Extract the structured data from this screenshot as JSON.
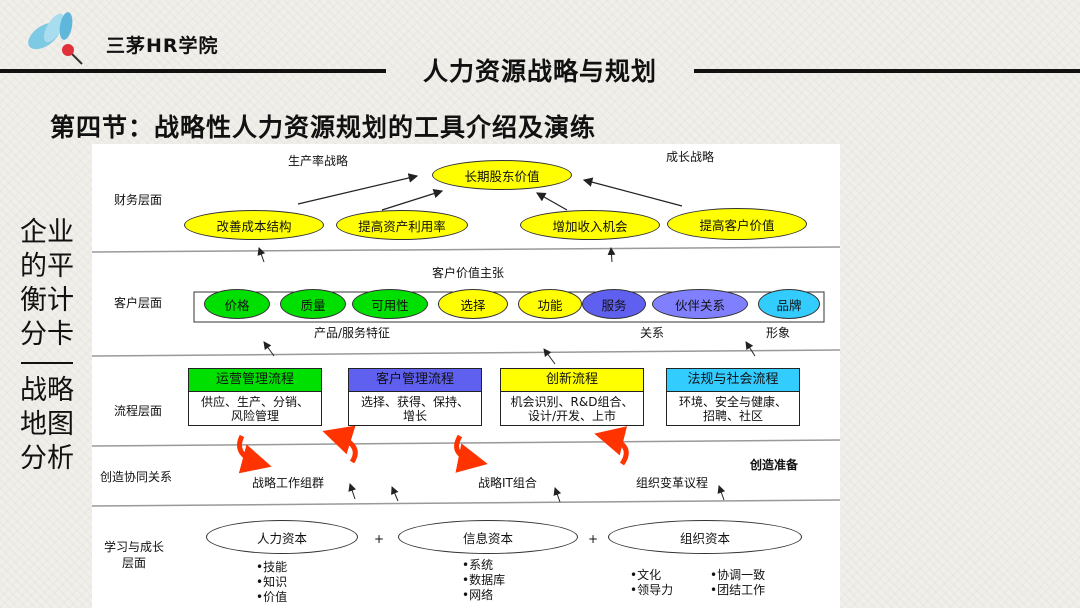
{
  "header": {
    "brand": "三茅HR学院",
    "main_title": "人力资源战略与规划",
    "section_title": "第四节：战略性人力资源规划的工具介绍及演练"
  },
  "side_title": {
    "top": "企业的平衡计分卡",
    "bottom": "战略地图分析"
  },
  "diagram": {
    "financial": {
      "layer_label": "财务层面",
      "strategy_left": "生产率战略",
      "strategy_right": "成长战略",
      "goal": "长期股东价值",
      "items": [
        "改善成本结构",
        "提高资产利用率",
        "增加收入机会",
        "提高客户价值"
      ]
    },
    "customer": {
      "layer_label": "客户层面",
      "value_prop": "客户价值主张",
      "items": [
        "价格",
        "质量",
        "可用性",
        "选择",
        "功能",
        "服务",
        "伙伴关系",
        "品牌"
      ],
      "group_labels": [
        "产品/服务特征",
        "关系",
        "形象"
      ]
    },
    "process": {
      "layer_label": "流程层面",
      "boxes": [
        {
          "header": "运营管理流程",
          "body1": "供应、生产、分销、",
          "body2": "风险管理"
        },
        {
          "header": "客户管理流程",
          "body1": "选择、获得、保持、",
          "body2": "增长"
        },
        {
          "header": "创新流程",
          "body1": "机会识别、R&D组合、",
          "body2": "设计/开发、上市"
        },
        {
          "header": "法规与社会流程",
          "body1": "环境、安全与健康、",
          "body2": "招聘、社区"
        }
      ]
    },
    "synergy": {
      "layer_label": "创造协同关系",
      "items": [
        "战略工作组群",
        "战略IT组合",
        "组织变革议程"
      ],
      "prep": "创造准备"
    },
    "learning": {
      "layer_label_1": "学习与成长",
      "layer_label_2": "层面",
      "capitals": [
        "人力资本",
        "信息资本",
        "组织资本"
      ],
      "plus": "+",
      "human_bullets": [
        "•技能",
        "•知识",
        "•价值"
      ],
      "info_bullets": [
        "•系统",
        "•数据库",
        "•网络"
      ],
      "org_bullets_a": [
        "•文化",
        "•领导力"
      ],
      "org_bullets_b": [
        "•协调一致",
        "•团结工作"
      ]
    },
    "colors": {
      "yellow": "#ffff00",
      "green": "#00e000",
      "blue": "#6060f0",
      "purple": "#8080ff",
      "cyan": "#33ccff",
      "red_arrow": "#ff3300"
    }
  }
}
